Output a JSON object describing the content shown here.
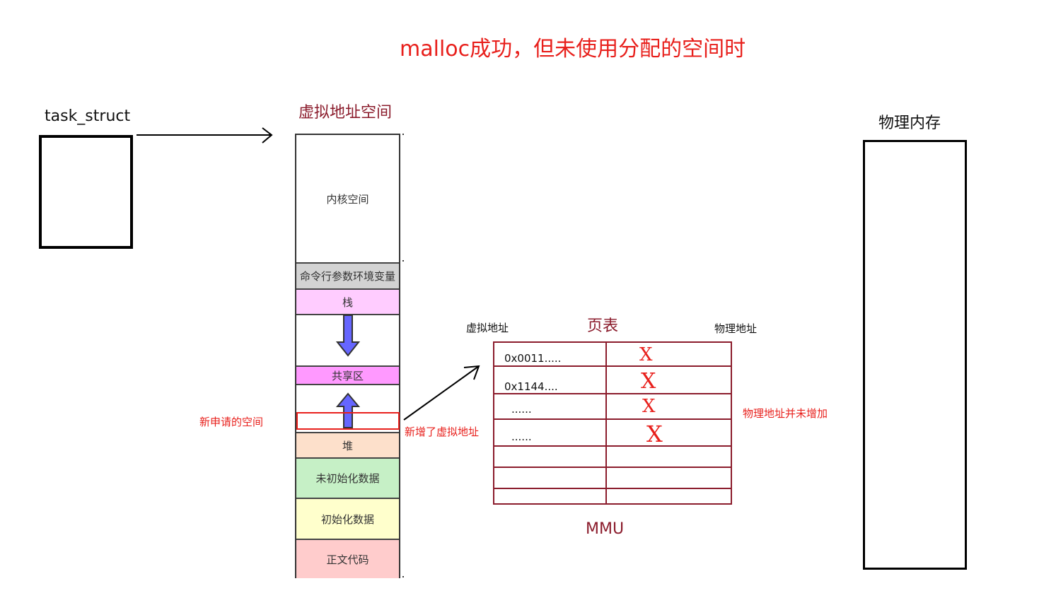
{
  "title": "malloc成功，但未使用分配的空间时",
  "task_struct_label": "task_struct",
  "vas_title": "虚拟地址空间",
  "phys_mem_label": "物理内存",
  "segments": {
    "kernel": "内核空间",
    "cmdline_env": "命令行参数环境变量",
    "stack": "栈",
    "shared": "共享区",
    "heap": "堆",
    "bss": "未初始化数据",
    "data": "初始化数据",
    "text": "正文代码"
  },
  "new_space_label": "新申请的空间",
  "new_vaddr_label": "新增了虚拟地址",
  "page_table": {
    "title": "页表",
    "vaddr_header": "虚拟地址",
    "paddr_header": "物理地址",
    "rows": [
      "0x0011.....",
      "0x1144....",
      "......",
      "......"
    ],
    "mark": "X",
    "footer": "MMU"
  },
  "phys_not_increased": "物理地址并未增加",
  "colors": {
    "title_red": "#e8201c",
    "maroon": "#8b1c2c",
    "cmdline_bg": "#d3d3d3",
    "stack_bg": "#ffccff",
    "shared_bg": "#ff99ff",
    "heap_bg": "#fde0cb",
    "bss_bg": "#c6f0c6",
    "data_bg": "#ffffcc",
    "text_bg": "#ffcccc",
    "arrow_blue": "#6666ff"
  }
}
